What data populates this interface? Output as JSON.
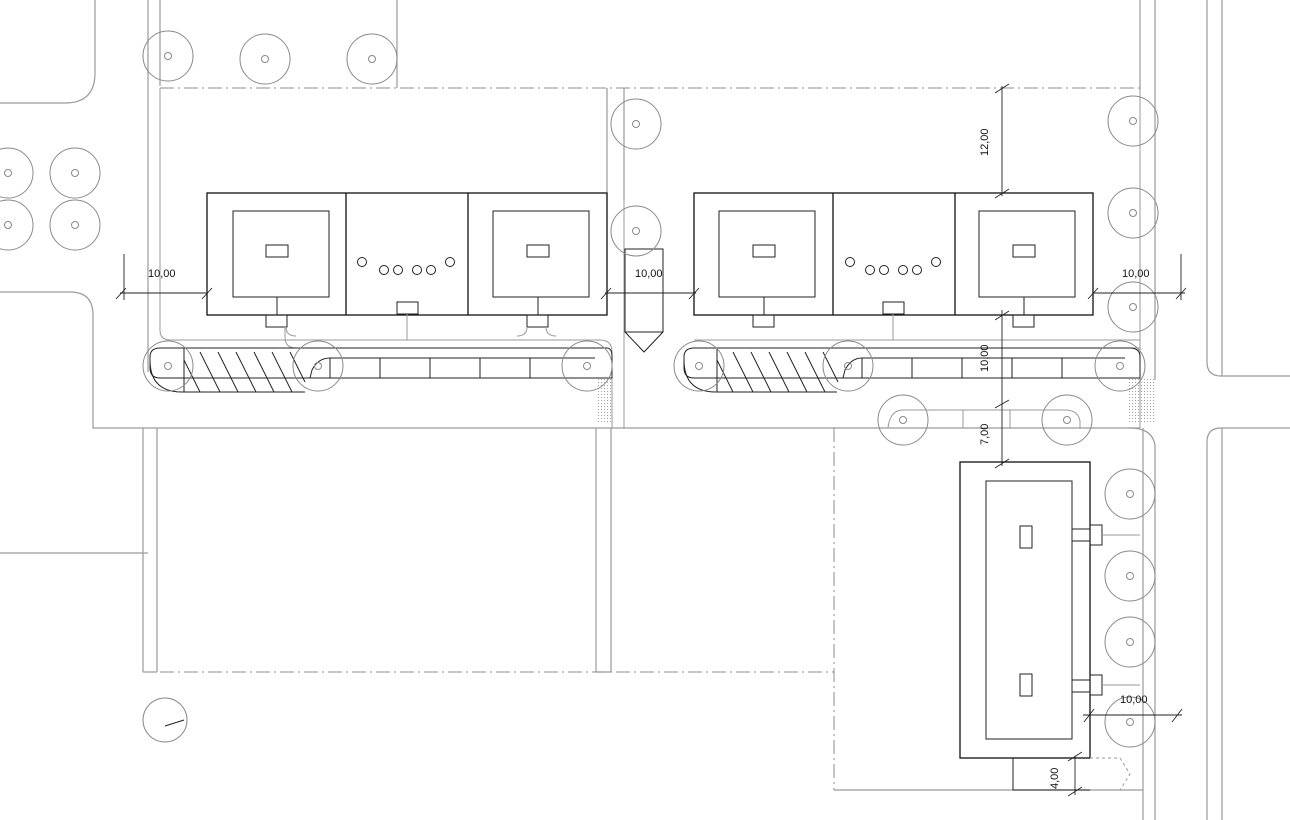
{
  "dimensions": {
    "left_setback": "10,00",
    "gap_between_rows": "10,00",
    "right_setback_top": "10,00",
    "top_setback": "12,00",
    "row_to_road": "10,00",
    "road_to_building": "7,00",
    "right_setback_bottom": "10,00",
    "rear_gap": "4,00"
  }
}
